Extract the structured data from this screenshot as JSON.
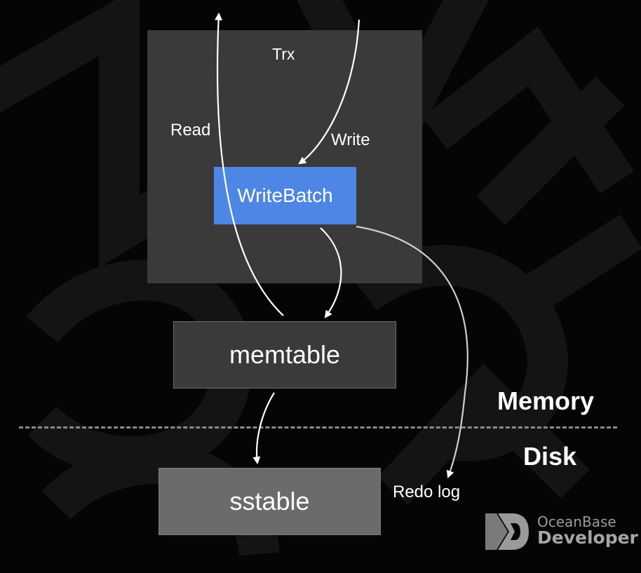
{
  "diagram": {
    "trx_label": "Trx",
    "read_label": "Read",
    "write_label": "Write",
    "writebatch_label": "WriteBatch",
    "memtable_label": "memtable",
    "sstable_label": "sstable",
    "redo_log_label": "Redo log",
    "memory_label": "Memory",
    "disk_label": "Disk"
  },
  "brand": {
    "line1": "OceanBase",
    "line2": "Developer"
  },
  "colors": {
    "background": "#050505",
    "trx_box": "#3a3a3a",
    "writebatch": "#4e86e6",
    "memtable": "#3a3a3a",
    "sstable": "#6b6b6b",
    "arrow": "#ffffff",
    "redo_arrow": "#cfcfcf",
    "divider": "#8a8a8a",
    "watermark": "#141414"
  }
}
